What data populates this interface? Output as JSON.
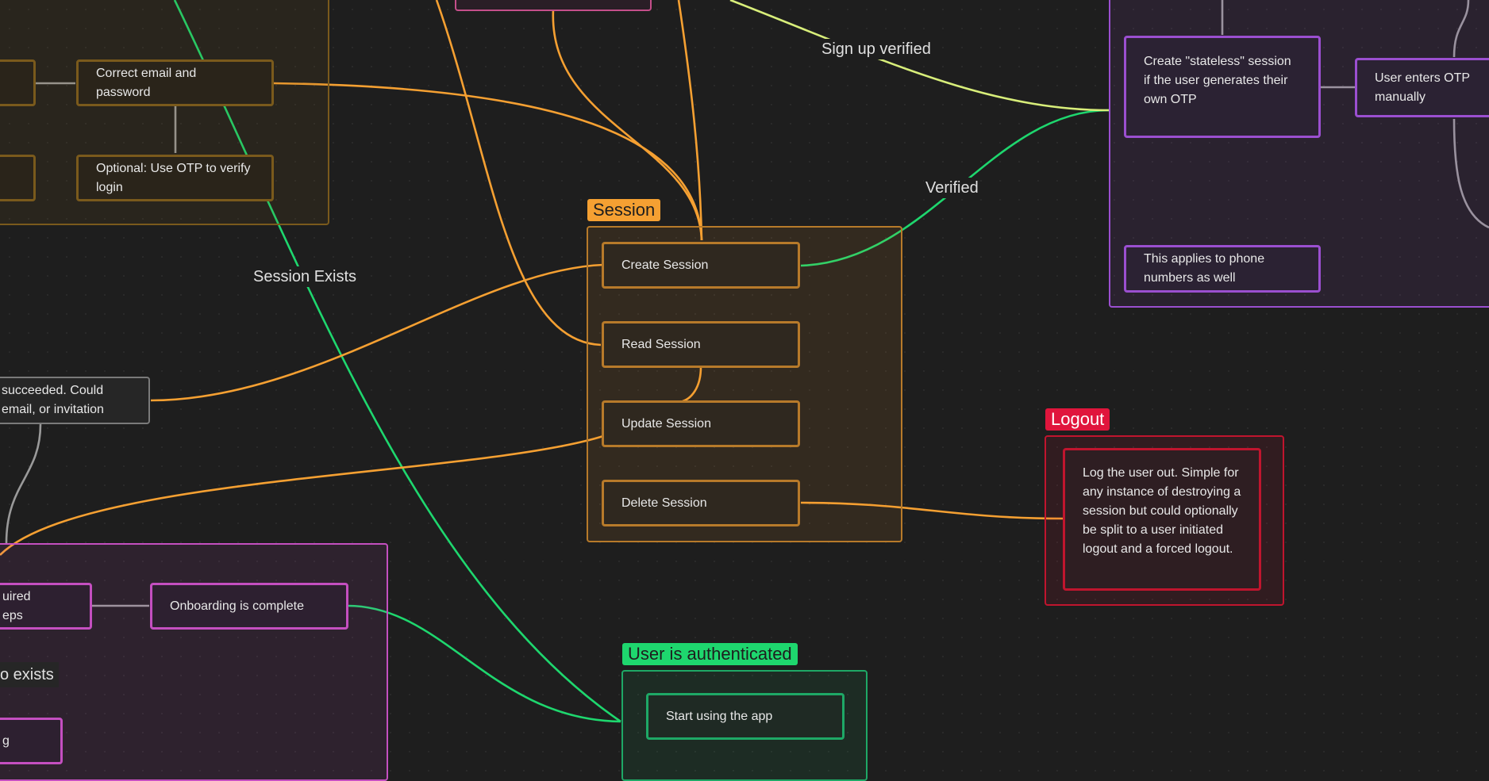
{
  "groups": {
    "session": "Session",
    "logout": "Logout",
    "authenticated": "User is authenticated"
  },
  "nodes": {
    "correct_email": "Correct email and password",
    "optional_otp": "Optional: Use OTP to verify login",
    "stateless_session": "Create \"stateless\" session if the user generates their own OTP",
    "enter_otp": "User enters OTP manually",
    "phone_numbers": "This applies to phone numbers as well",
    "create_session": "Create Session",
    "read_session": "Read Session",
    "update_session": "Update Session",
    "delete_session": "Delete Session",
    "signup_succeeded": "succeeded. Could\nemail, or invitation",
    "logout_desc": "Log the user out. Simple for any instance of destroying a session but could optionally be split to a user initiated logout and a forced logout.",
    "required_steps": "uired\neps",
    "onboarding_complete": "Onboarding is complete",
    "bottom_left": "g",
    "start_app": "Start using the app"
  },
  "edge_labels": {
    "signup_verified": "Sign up verified",
    "verified": "Verified",
    "session_exists": "Session Exists",
    "profile_exists": "o exists"
  },
  "colors": {
    "background": "#1e1e1e",
    "orange": "#f5a032",
    "green": "#1ed76e",
    "purple": "#9b4fd0",
    "magenta": "#c44fc0",
    "red": "#e0153c",
    "yellow_green": "#d8ee7a",
    "gray": "#9a9a9a"
  }
}
